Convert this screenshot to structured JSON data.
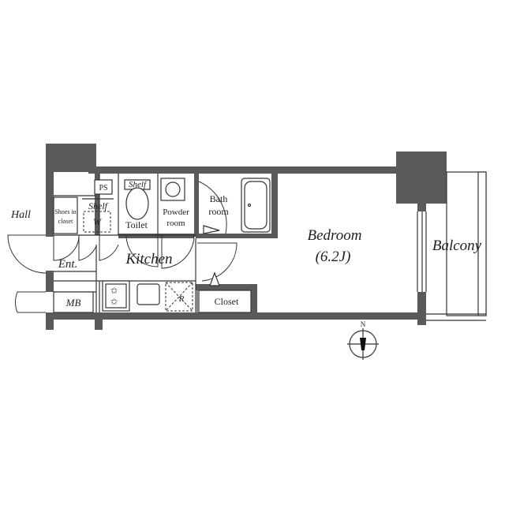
{
  "labels": {
    "hall": "Hall",
    "shoes_closet_1": "Shoes in",
    "shoes_closet_2": "closet",
    "ps": "PS",
    "shelf": "Shelf",
    "shelf_top": "Shelf",
    "washer": "W",
    "toilet": "Toilet",
    "powder_room_1": "Powder",
    "powder_room_2": "room",
    "bath_room_1": "Bath",
    "bath_room_2": "room",
    "entrance": "Ent.",
    "kitchen": "Kitchen",
    "mb": "MB",
    "refrigerator": "R",
    "closet": "Closet",
    "bedroom": "Bedroom",
    "bedroom_size": "(6.2J)",
    "balcony": "Balcony",
    "compass_north": "N"
  },
  "colors": {
    "wall": "#5a5a5a",
    "line": "#333333",
    "background": "#ffffff"
  }
}
